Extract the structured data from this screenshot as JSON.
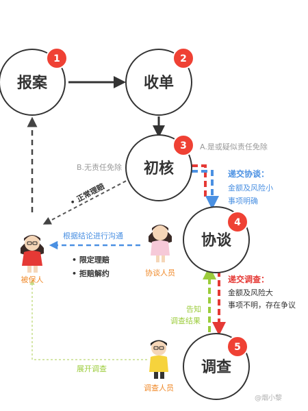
{
  "nodes": [
    {
      "id": "baoan",
      "label": "报案",
      "step": "1"
    },
    {
      "id": "shoudan",
      "label": "收单",
      "step": "2"
    },
    {
      "id": "chuhe",
      "label": "初核",
      "step": "3"
    },
    {
      "id": "xietan",
      "label": "协谈",
      "step": "4"
    },
    {
      "id": "diaocha",
      "label": "调查",
      "step": "5"
    }
  ],
  "branch_a": "A.是或疑似责任免除",
  "branch_b": "B.无责任免除",
  "submit_negotiation": {
    "title": "递交协谈：",
    "lines": [
      "金额及风险小",
      "事项明确"
    ]
  },
  "submit_investigation": {
    "title": "递交调查：",
    "lines": [
      "金额及风险大",
      "事项不明，存在争议"
    ]
  },
  "normal_claim": "• 正常理赔",
  "communicate": "根据结论进行沟通",
  "outcomes": [
    "• 限定理赔",
    "• 拒赔解约"
  ],
  "inform": [
    "告知",
    "调查结果"
  ],
  "start_investigation": "展开调查",
  "people": {
    "insured": "被保人",
    "negotiator": "协谈人员",
    "investigator": "调查人员"
  },
  "watermark": "@烟小黎",
  "colors": {
    "red_badge": "#ef4134",
    "blue": "#4a90e2",
    "red_dash": "#e53935",
    "green_dash": "#9ccc3c",
    "orange_text": "#f08a2a",
    "gray_text": "#9a9a9a",
    "dark": "#333333"
  }
}
